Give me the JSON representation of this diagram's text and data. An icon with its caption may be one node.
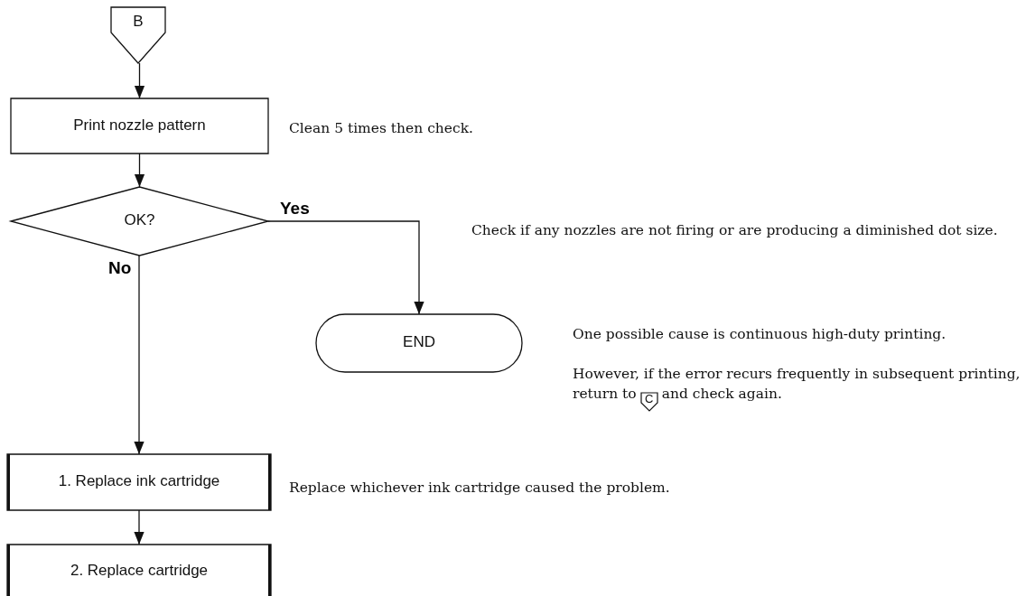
{
  "diagram": {
    "nodes": [
      {
        "text": [
          "B"
        ]
      },
      {
        "text": [
          "Print nozzle pattern"
        ]
      },
      {
        "text": [
          "OK?"
        ]
      },
      {
        "text": [
          "END"
        ]
      },
      {
        "text": [
          "1. Replace ink cartridge"
        ]
      },
      {
        "text": [
          "2. Replace cartridge"
        ]
      }
    ],
    "edges": [
      {
        "from": 0,
        "to": 1,
        "arrow": "to"
      },
      {
        "from": 1,
        "to": 2,
        "arrow": "to"
      },
      {
        "from": 2,
        "to": 3,
        "arrow": "to",
        "label": "Yes"
      },
      {
        "from": 2,
        "to": 4,
        "arrow": "to",
        "label": "No"
      },
      {
        "from": 4,
        "to": 5,
        "arrow": "to"
      }
    ],
    "labels": [
      "Clean 5 times then check.",
      "Check if any nozzles are not firing or are producing a diminished dot size.",
      "One possible cause is continuous high-duty printing.",
      "However, if the error recurs frequently in subsequent printing, return to",
      "C",
      "and check again.",
      "Replace whichever ink cartridge caused the problem."
    ]
  }
}
